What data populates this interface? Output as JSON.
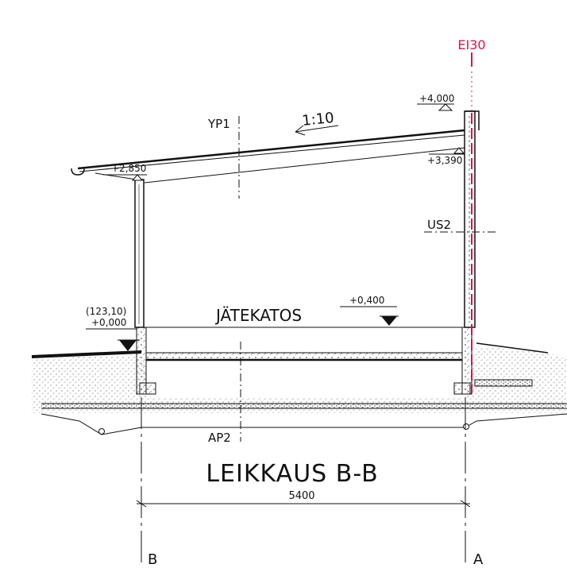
{
  "drawing": {
    "title": "LEIKKAUS B-B",
    "room_label": "JÄTEKATOS",
    "fire_class": "EI30",
    "slope": "1:10",
    "dimension": "5400",
    "grid_left": "B",
    "grid_right": "A",
    "levels": {
      "roof_top": "+4,000",
      "roof_low": "+2,850",
      "ceiling_high": "+3,390",
      "floor": "+0,400",
      "ground_abs": "(123,10)",
      "ground_rel": "+0,000"
    },
    "type_markers": {
      "roof": "YP1",
      "wall": "US2",
      "base_floor": "AP2"
    }
  },
  "colors": {
    "line": "#111111",
    "fire": "#e0114b",
    "hatch": "#555555"
  }
}
